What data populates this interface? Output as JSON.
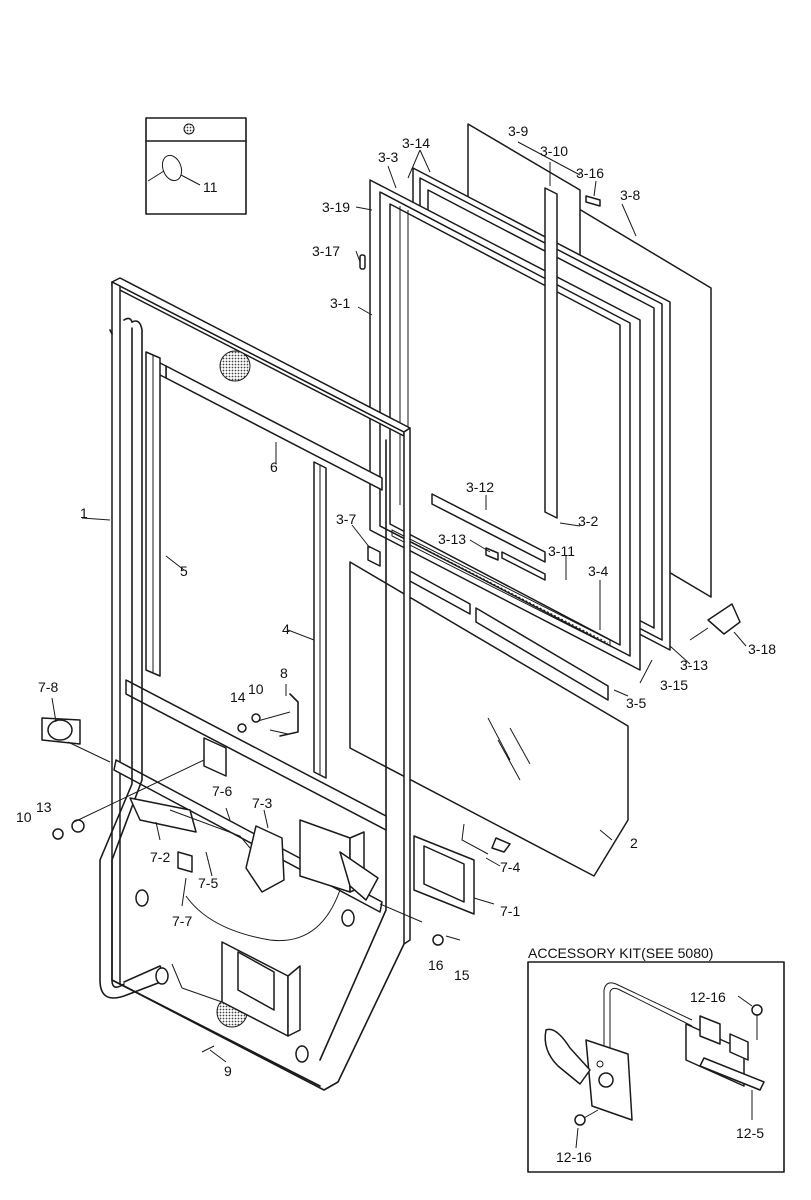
{
  "callouts": [
    {
      "id": "c-1",
      "text": "1"
    },
    {
      "id": "c-2",
      "text": "2"
    },
    {
      "id": "c-3-1",
      "text": "3-1"
    },
    {
      "id": "c-3-2",
      "text": "3-2"
    },
    {
      "id": "c-3-3",
      "text": "3-3"
    },
    {
      "id": "c-3-4",
      "text": "3-4"
    },
    {
      "id": "c-3-5",
      "text": "3-5"
    },
    {
      "id": "c-3-7",
      "text": "3-7"
    },
    {
      "id": "c-3-8",
      "text": "3-8"
    },
    {
      "id": "c-3-9",
      "text": "3-9"
    },
    {
      "id": "c-3-10",
      "text": "3-10"
    },
    {
      "id": "c-3-11",
      "text": "3-11"
    },
    {
      "id": "c-3-12",
      "text": "3-12"
    },
    {
      "id": "c-3-13a",
      "text": "3-13"
    },
    {
      "id": "c-3-13b",
      "text": "3-13"
    },
    {
      "id": "c-3-14",
      "text": "3-14"
    },
    {
      "id": "c-3-15",
      "text": "3-15"
    },
    {
      "id": "c-3-16",
      "text": "3-16"
    },
    {
      "id": "c-3-17",
      "text": "3-17"
    },
    {
      "id": "c-3-18",
      "text": "3-18"
    },
    {
      "id": "c-3-19",
      "text": "3-19"
    },
    {
      "id": "c-4",
      "text": "4"
    },
    {
      "id": "c-5",
      "text": "5"
    },
    {
      "id": "c-6",
      "text": "6"
    },
    {
      "id": "c-7-1",
      "text": "7-1"
    },
    {
      "id": "c-7-2",
      "text": "7-2"
    },
    {
      "id": "c-7-3",
      "text": "7-3"
    },
    {
      "id": "c-7-4",
      "text": "7-4"
    },
    {
      "id": "c-7-5",
      "text": "7-5"
    },
    {
      "id": "c-7-6",
      "text": "7-6"
    },
    {
      "id": "c-7-7",
      "text": "7-7"
    },
    {
      "id": "c-7-8",
      "text": "7-8"
    },
    {
      "id": "c-8",
      "text": "8"
    },
    {
      "id": "c-9",
      "text": "9"
    },
    {
      "id": "c-10a",
      "text": "10"
    },
    {
      "id": "c-10b",
      "text": "10"
    },
    {
      "id": "c-11",
      "text": "11"
    },
    {
      "id": "c-13",
      "text": "13"
    },
    {
      "id": "c-14",
      "text": "14"
    },
    {
      "id": "c-15",
      "text": "15"
    },
    {
      "id": "c-16",
      "text": "16"
    },
    {
      "id": "c-12-16a",
      "text": "12-16"
    },
    {
      "id": "c-12-16b",
      "text": "12-16"
    },
    {
      "id": "c-12-5",
      "text": "12-5"
    }
  ],
  "accessory_kit": {
    "title": "ACCESSORY KIT(SEE 5080)"
  }
}
